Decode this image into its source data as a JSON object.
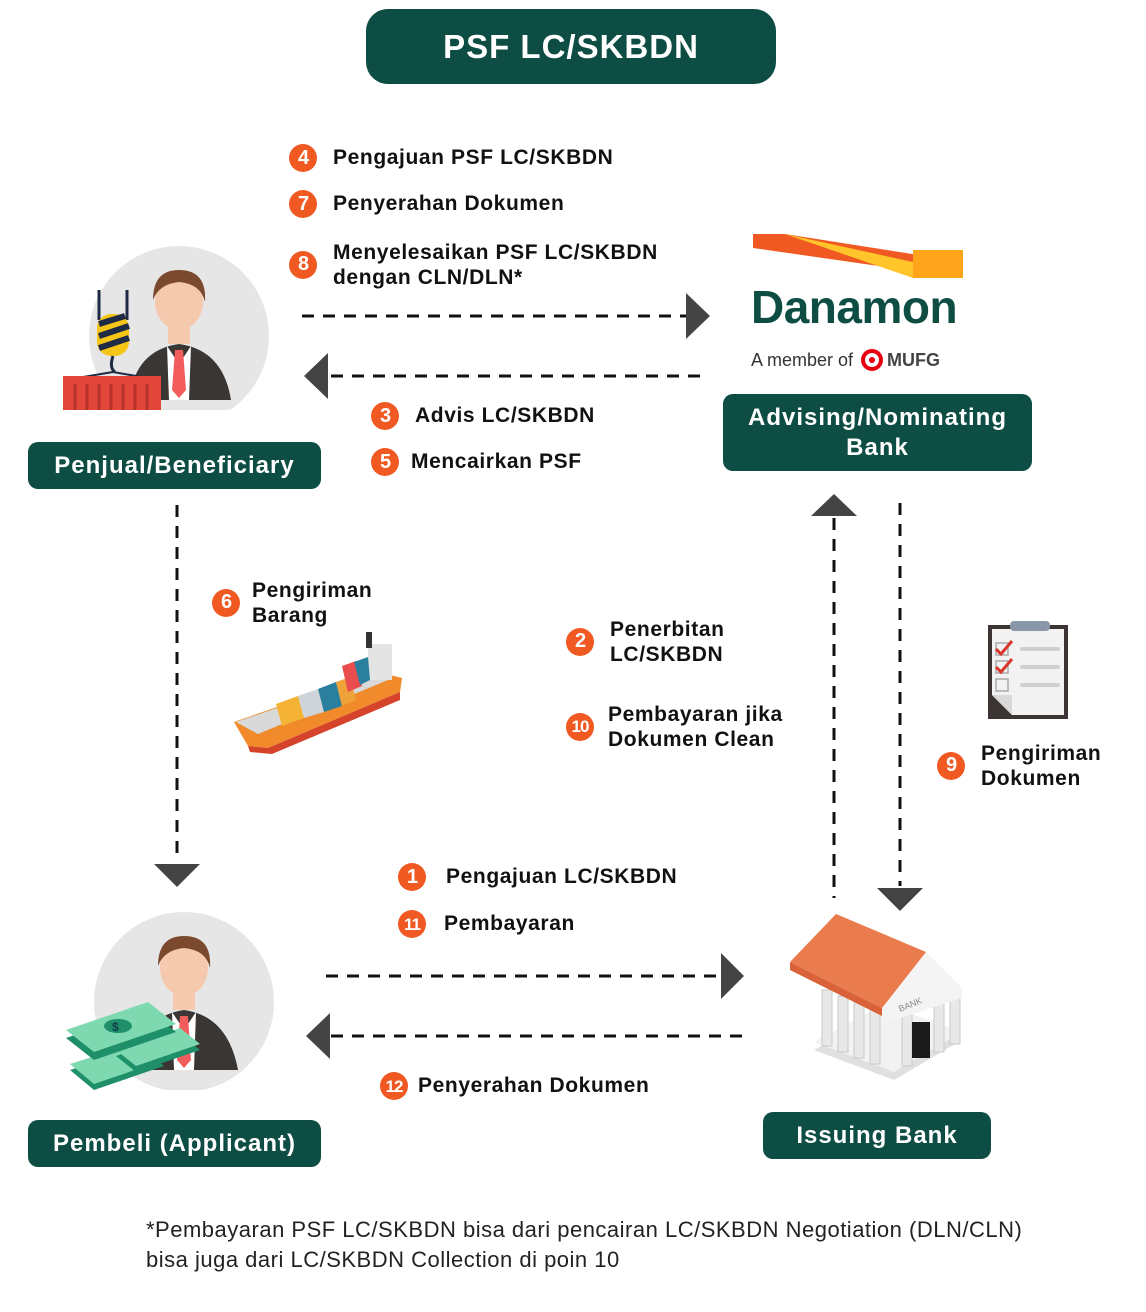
{
  "title": "PSF LC/SKBDN",
  "parties": {
    "seller": "Penjual/Beneficiary",
    "advising_bank": "Advising/Nominating\nBank",
    "buyer": "Pembeli (Applicant)",
    "issuing_bank": "Issuing Bank"
  },
  "logo": {
    "brand": "Danamon",
    "member_text": "A member of",
    "member_brand": "MUFG",
    "colors": {
      "green": "#0d4d43",
      "orange": "#f05a22",
      "amber": "#ffa41b",
      "yellow": "#ffc52a",
      "red": "#e60012"
    }
  },
  "steps": [
    {
      "num": "4",
      "text": "Pengajuan PSF LC/SKBDN"
    },
    {
      "num": "7",
      "text": "Penyerahan Dokumen"
    },
    {
      "num": "8",
      "text": "Menyelesaikan PSF LC/SKBDN\ndengan CLN/DLN*"
    },
    {
      "num": "3",
      "text": "Advis LC/SKBDN"
    },
    {
      "num": "5",
      "text": "Mencairkan PSF"
    },
    {
      "num": "6",
      "text": "Pengiriman\nBarang"
    },
    {
      "num": "2",
      "text": "Penerbitan\nLC/SKBDN"
    },
    {
      "num": "10",
      "text": "Pembayaran jika\nDokumen Clean"
    },
    {
      "num": "9",
      "text": "Pengiriman\nDokumen"
    },
    {
      "num": "1",
      "text": "Pengajuan LC/SKBDN"
    },
    {
      "num": "11",
      "text": "Pembayaran"
    },
    {
      "num": "12",
      "text": "Penyerahan Dokumen"
    }
  ],
  "icons": {
    "seller": "businessman-with-container-icon",
    "buyer": "businessman-with-money-icon",
    "ship": "cargo-ship-icon",
    "clipboard": "checklist-clipboard-icon",
    "bank": "bank-building-icon"
  },
  "bank_sign": "BANK",
  "footnote": "*Pembayaran PSF LC/SKBDN bisa dari pencairan LC/SKBDN Negotiation (DLN/CLN) bisa juga dari LC/SKBDN Collection di poin 10",
  "colors": {
    "pill": "#0d4d43",
    "badge": "#f05a22",
    "arrow": "#444444",
    "circle": "#e6e6e6"
  }
}
